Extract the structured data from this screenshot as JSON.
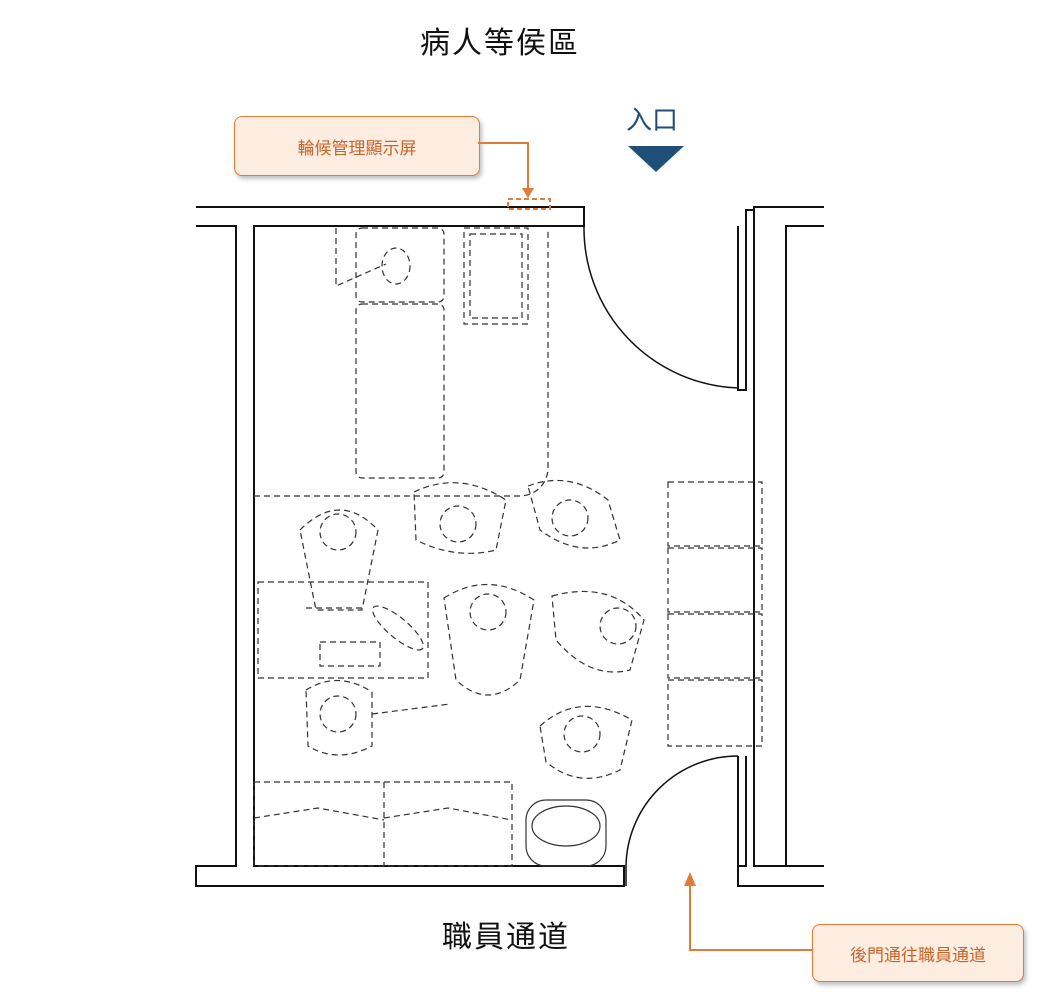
{
  "labels": {
    "top_title": "病人等侯區",
    "bottom_title": "職員通道",
    "entrance": "入口"
  },
  "callouts": {
    "display_screen": "輪候管理顯示屏",
    "back_door": "後門通往職員通道"
  },
  "colors": {
    "wall": "#111111",
    "furniture": "#333333",
    "callout_border": "#e07b39",
    "callout_fill": "#fdece0",
    "entrance_arrow": "#1f4e79"
  },
  "icons": {
    "entrance_marker": "triangle-down-icon"
  }
}
